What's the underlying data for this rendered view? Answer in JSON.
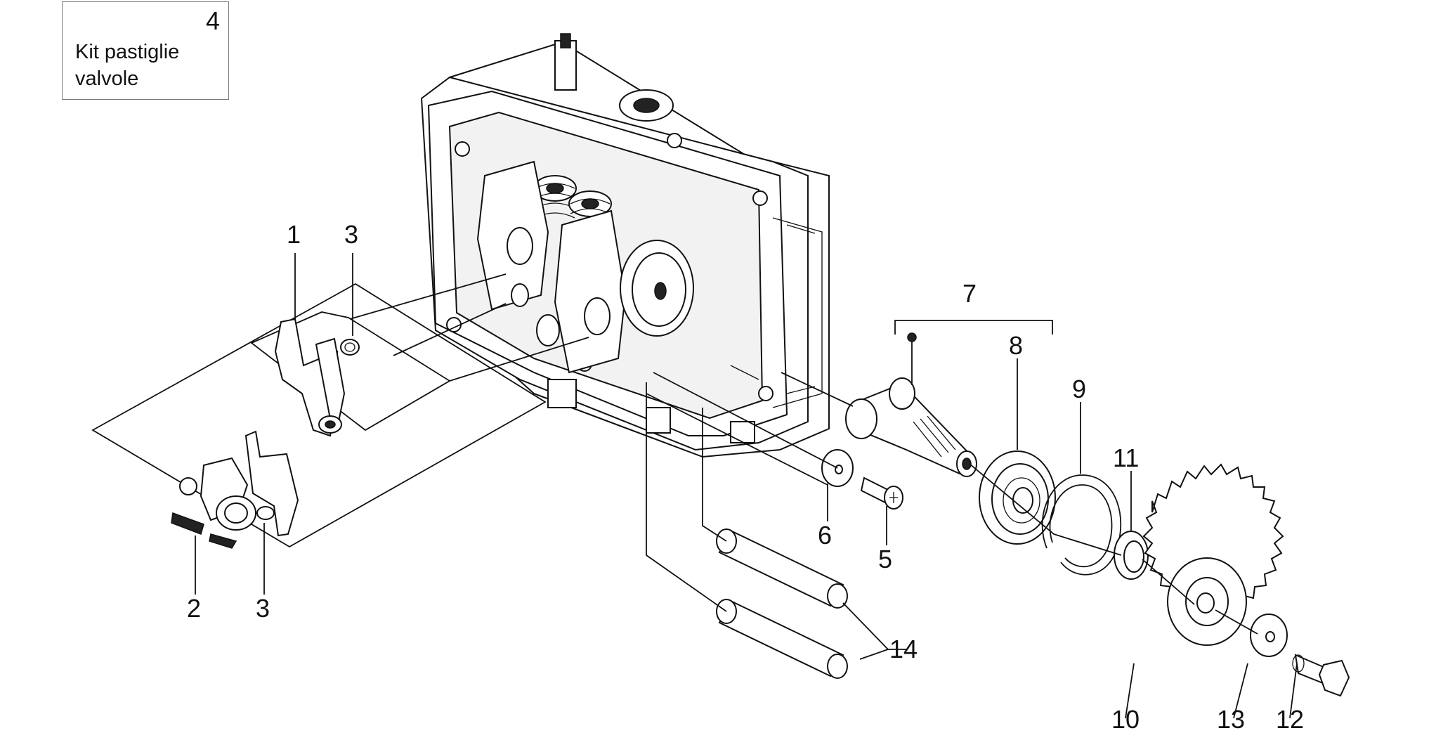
{
  "kit": {
    "number": "4",
    "line1": "Kit pastiglie",
    "line2": "valvole"
  },
  "labels": {
    "l1": "1",
    "l2": "2",
    "l3a": "3",
    "l3b": "3",
    "l5": "5",
    "l6": "6",
    "l7": "7",
    "l8": "8",
    "l9": "9",
    "l10": "10",
    "l11": "11",
    "l12": "12",
    "l13": "13",
    "l14": "14"
  }
}
